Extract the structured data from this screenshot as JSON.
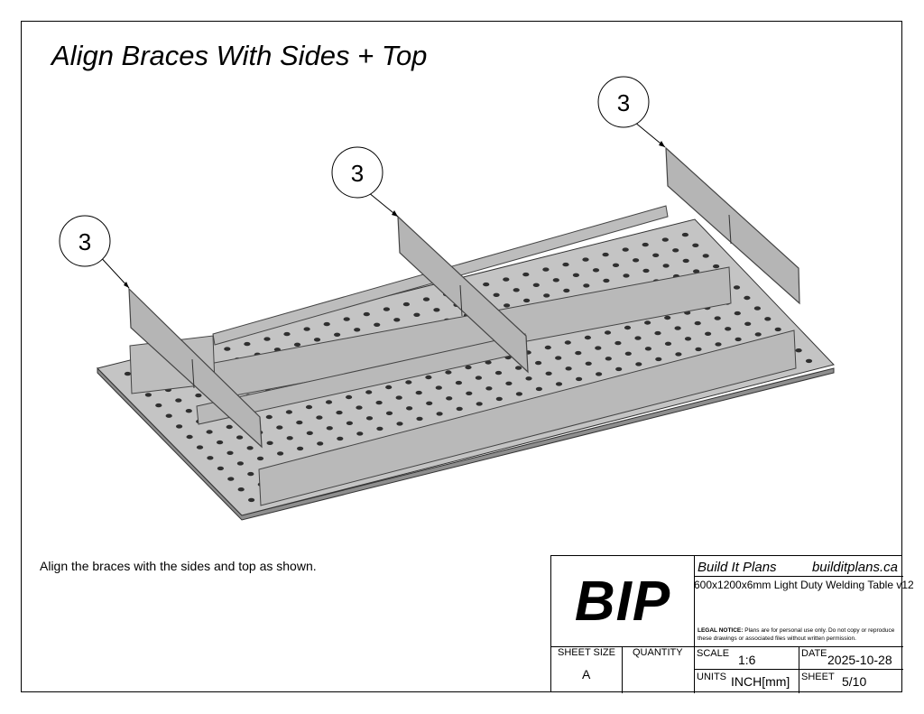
{
  "sheet": {
    "title": "Align Braces With Sides + Top",
    "note": "Align the braces with the sides and top as shown."
  },
  "drawing": {
    "callouts": [
      "3",
      "3",
      "3"
    ],
    "colors": {
      "plate": "#c4c4c4",
      "plate_edge": "#8e8e8e",
      "brace": "#b7b7b7",
      "brace_edge": "#444444",
      "hole": "#2f2f2f"
    }
  },
  "title_block": {
    "logo": "BIP",
    "company": "Build It Plans",
    "website": "builditplans.ca",
    "doc_title": "600x1200x6mm Light Duty Welding Table v12",
    "legal_heading": "LEGAL NOTICE:",
    "legal_text": "Plans are for personal use only. Do not copy or reproduce these drawings or associated files without written permission.",
    "sheet_size_label": "SHEET SIZE",
    "sheet_size_value": "A",
    "quantity_label": "QUANTITY",
    "quantity_value": "",
    "scale_label": "SCALE",
    "scale_value": "1:6",
    "date_label": "DATE",
    "date_value": "2025-10-28",
    "units_label": "UNITS",
    "units_value": "INCH[mm]",
    "sheet_label": "SHEET",
    "sheet_value": "5/10"
  }
}
